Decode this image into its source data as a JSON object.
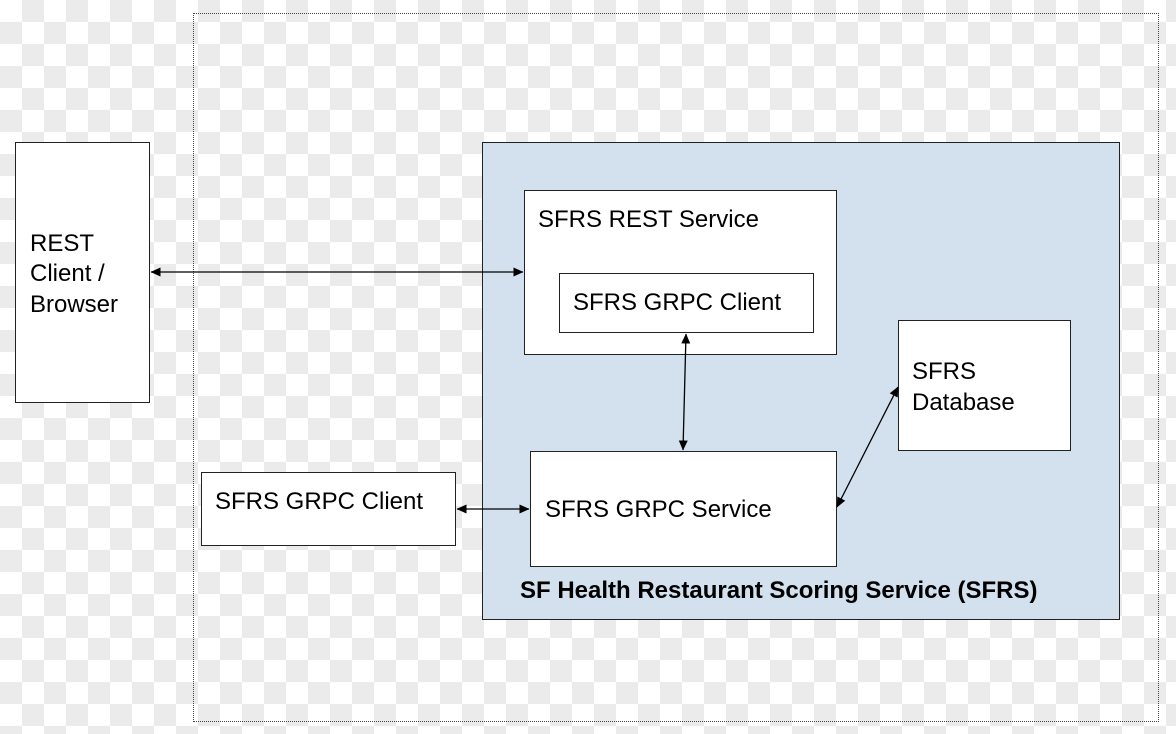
{
  "diagram": {
    "panel_color": "#d3e0ee",
    "rest_client": {
      "lines": [
        "REST",
        "Client /",
        "Browser"
      ]
    },
    "grpc_client_external": {
      "label": "SFRS GRPC Client"
    },
    "service_panel": {
      "title": "SF Health Restaurant Scoring Service (SFRS)"
    },
    "rest_service": {
      "label": "SFRS REST Service",
      "inner_client_label": "SFRS GRPC Client"
    },
    "grpc_service": {
      "label": "SFRS GRPC Service"
    },
    "database": {
      "lines": [
        "SFRS",
        "Database"
      ]
    },
    "connectors": [
      {
        "from": "REST Client / Browser",
        "to": "SFRS REST Service",
        "direction": "bidirectional"
      },
      {
        "from": "SFRS GRPC Client",
        "to": "SFRS GRPC Service",
        "direction": "bidirectional"
      },
      {
        "from": "SFRS GRPC Client (inside REST service)",
        "to": "SFRS GRPC Service",
        "direction": "bidirectional"
      },
      {
        "from": "SFRS GRPC Service",
        "to": "SFRS Database",
        "direction": "bidirectional"
      }
    ]
  }
}
